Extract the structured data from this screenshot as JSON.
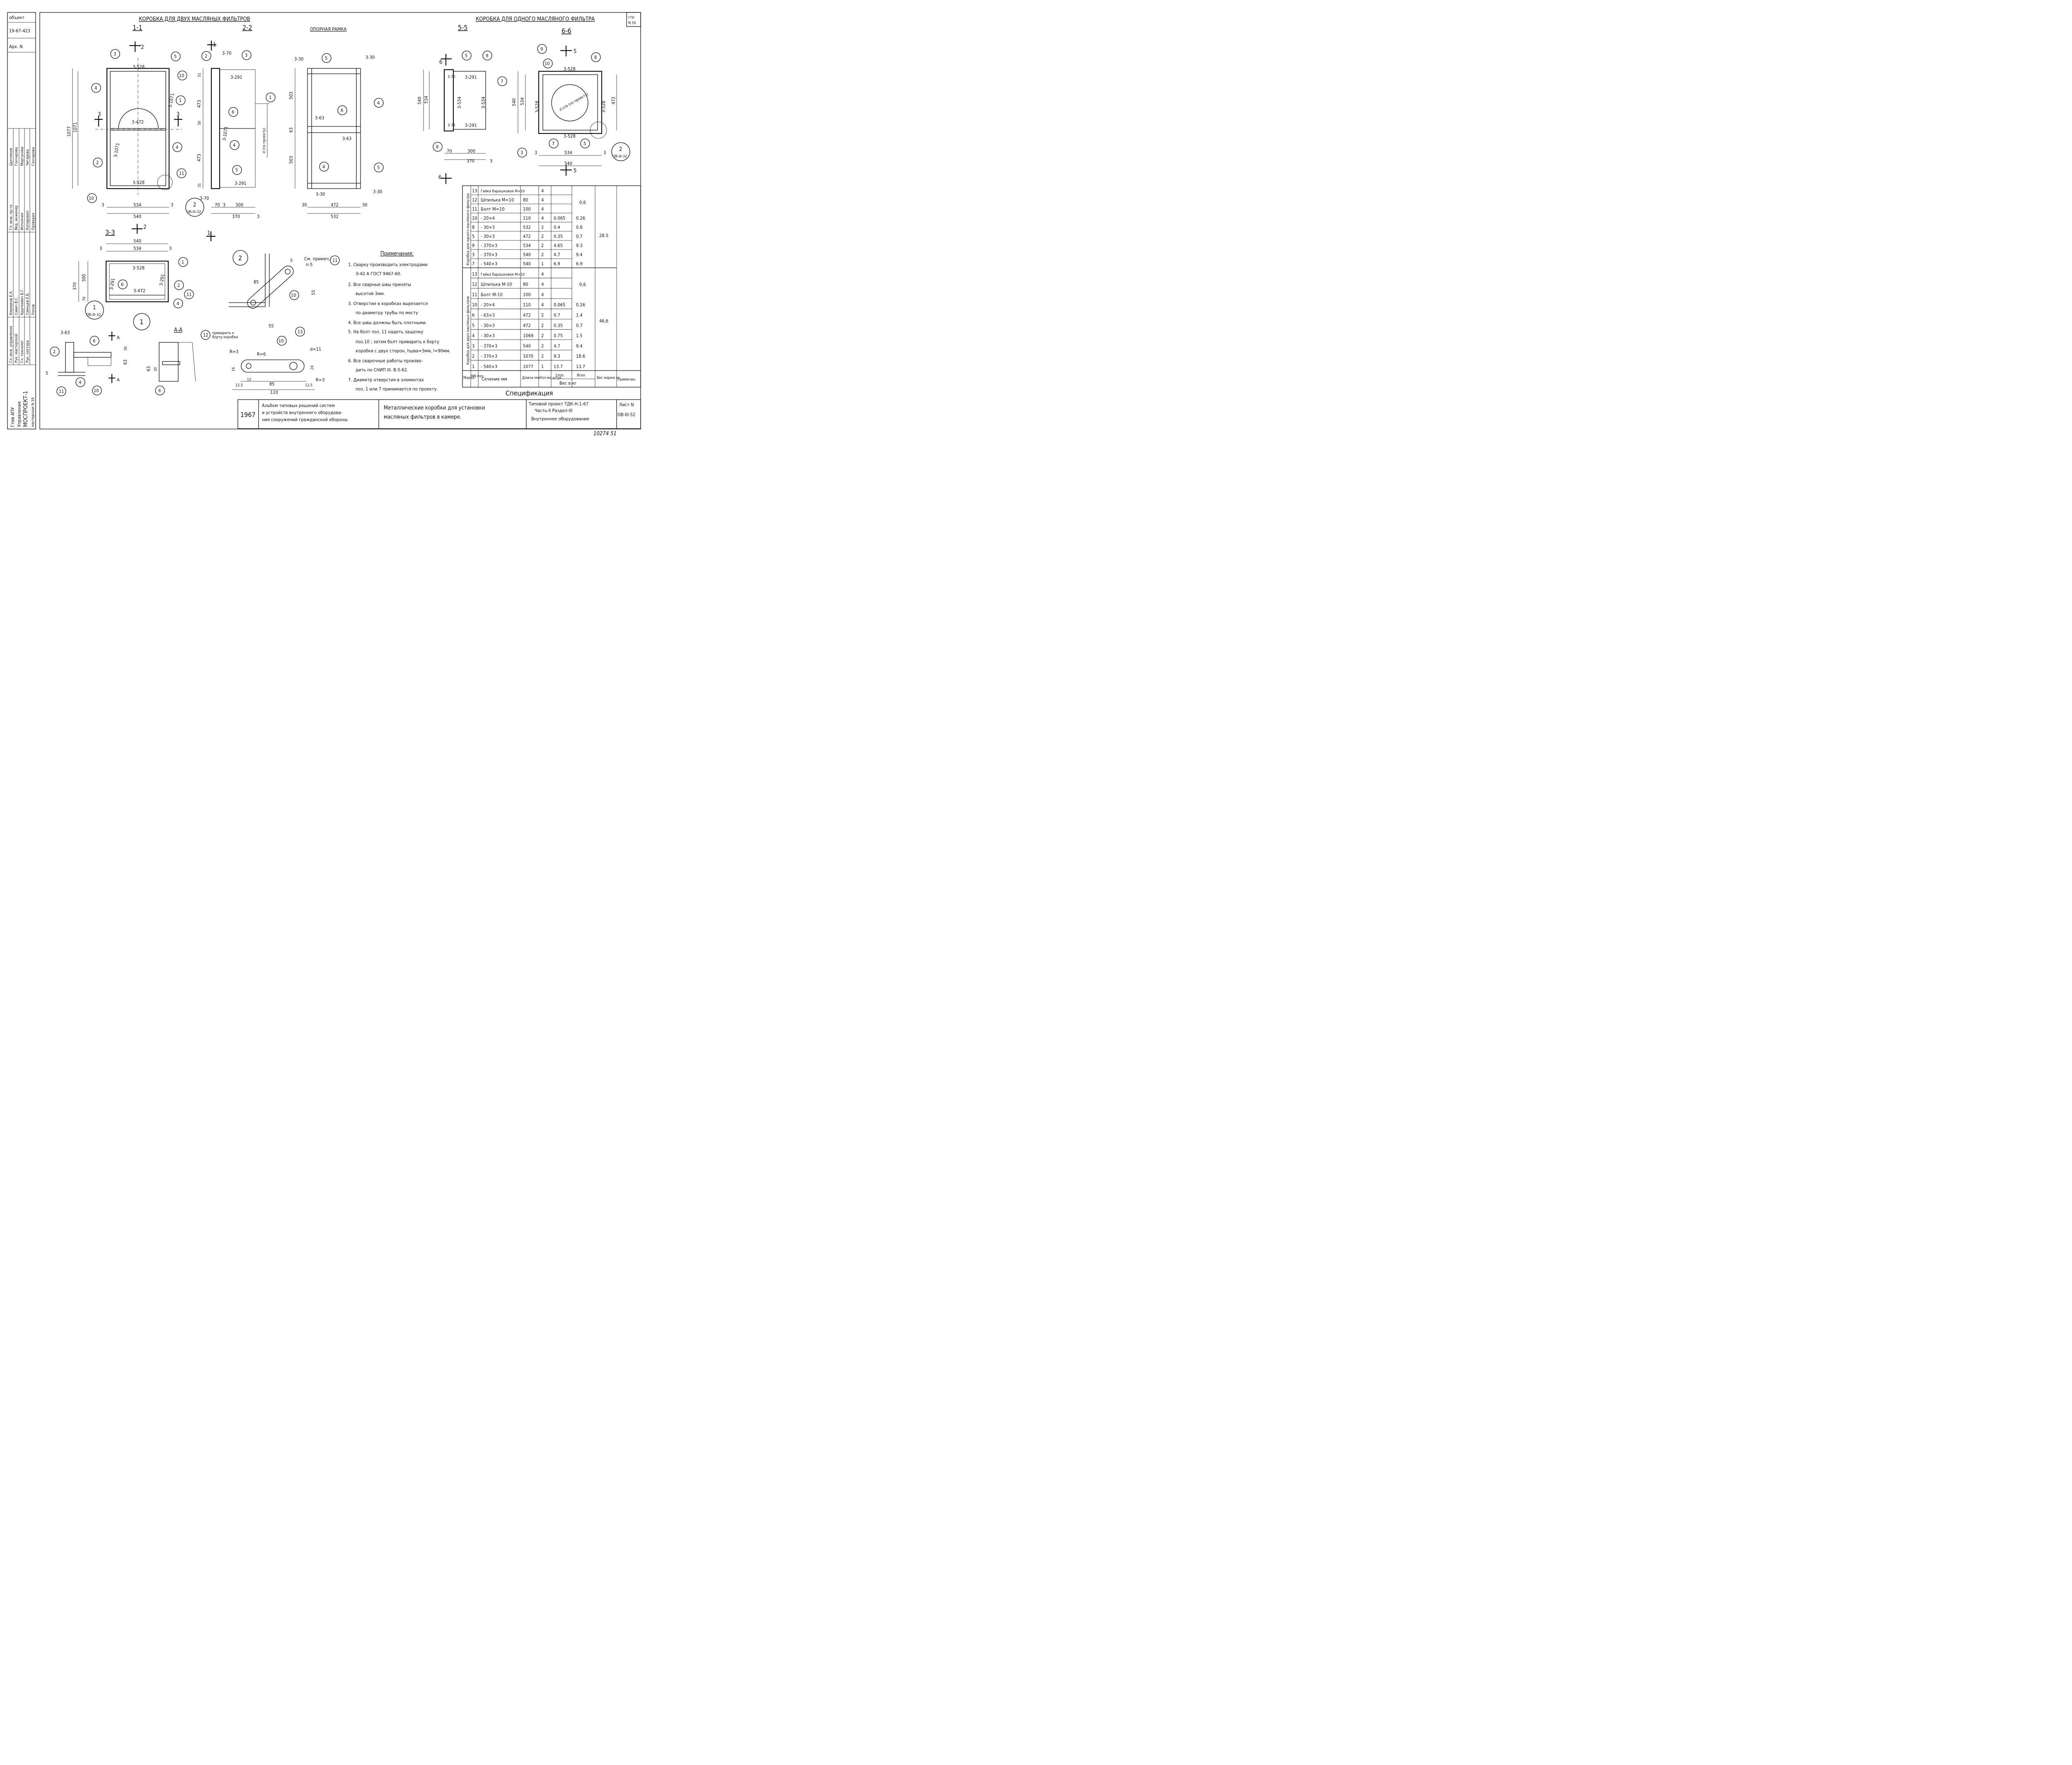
{
  "title_left": "КОРОБКА ДЛЯ ДВУХ МАСЛЯНЫХ ФИЛЬТРОВ",
  "title_right": "КОРОБКА ДЛЯ ОДНОГО МАСЛЯНОГО ФИЛЬТРА",
  "frame_title": "ОПОРНАЯ РАМКА",
  "sections": {
    "s11": "1-1",
    "s22": "2-2",
    "s55": "5-5",
    "s66": "6-6",
    "s33": "3-3",
    "sAA": "А-А"
  },
  "sheet_corner": {
    "label": "стр.",
    "num": "N 50"
  },
  "left_stamp": {
    "obj_label": "объект",
    "obj_num": "19-67-423",
    "arch": "Арх. N",
    "staff": [
      [
        "Гл. инж. пр-та",
        "Кириаков Е.А.",
        "Цыпляков"
      ],
      [
        "Вед. инженер",
        "Савич В.С.",
        "Гончарова"
      ],
      [
        "Исполнил",
        "Крупкевич Б.Г.",
        "Маргунова"
      ],
      [
        "Копировал",
        "Саенцев Е.Б.",
        "Чигарева"
      ],
      [
        "Проверил",
        "Попов",
        "Гончарова"
      ]
    ],
    "org": [
      "Гл. инж. управления",
      "Рук. мастерской",
      "Гл. технолог",
      "Рук. сектора"
    ],
    "org_block": [
      "Глав АПУ",
      "Управление",
      "МОСПРОЕКТ-1",
      "мастерская N 18"
    ]
  },
  "notes_title": "Примечания:",
  "notes": [
    "1. Сварку производить электродами",
    "Э-42 А   ГОСТ 9467-60.",
    "2. Все сварные швы приняты",
    "высотой 3мм.",
    "3. Отверстие в коробках вырезается",
    "по диаметру трубы по месту",
    "4. Все швы должны быть плотными.",
    "5. На болт поз. 11 надеть защелку",
    "поз.10 ; затем болт приварить к борту",
    "коробки с двух сторон, hшва=3мм, l=90мм.",
    "6. Все сварочные работы произво-",
    "дить по СНИП III. В-5-62.",
    "7. Диаметр отверстия в элементах",
    "поз. 1 или 7 принимается по проекту."
  ],
  "spec": {
    "title": "Спецификация",
    "headers": [
      "Марка",
      "NN поз.",
      "Сечение мм",
      "Длина мм",
      "Кол-во штук",
      "1поз.",
      "Всех",
      "Вес марки кг",
      "Примечан."
    ],
    "weight_header": "Вес в кг",
    "group1": {
      "label": "Коробка для одного масляного фильтра",
      "total": "28.5",
      "fastener_weight": "0,6",
      "rows": [
        [
          "13",
          "Гайка барашковая М=10",
          "",
          "4",
          "",
          ""
        ],
        [
          "12",
          "Шпилька М=10",
          "80",
          "4",
          "",
          ""
        ],
        [
          "11",
          "Болт М=10",
          "100",
          "4",
          "",
          ""
        ],
        [
          "10",
          "- 20×4",
          "110",
          "4",
          "0.065",
          "0.26"
        ],
        [
          "8",
          "- 30×3",
          "532",
          "2",
          "0.4",
          "0.8"
        ],
        [
          "5",
          "- 30×3",
          "472",
          "2",
          "0.35",
          "0.7"
        ],
        [
          "9",
          "- 370×3",
          "534",
          "2",
          "4.65",
          "9.3"
        ],
        [
          "3",
          "- 370×3",
          "540",
          "2",
          "4.7",
          "9.4"
        ],
        [
          "7",
          "- 540×3",
          "540",
          "1",
          "6.9",
          "6.9"
        ]
      ]
    },
    "group2": {
      "label": "Коробка для двух масляных фильтров",
      "total": "46,6",
      "fastener_weight": "0,6",
      "rows": [
        [
          "13",
          "Гайка барашковая М=10",
          "",
          "4",
          "",
          ""
        ],
        [
          "12",
          "Шпилька М-10",
          "80",
          "4",
          "",
          ""
        ],
        [
          "11",
          "Болт М-10",
          "100",
          "4",
          "",
          ""
        ],
        [
          "10",
          "- 20×4",
          "110",
          "4",
          "0.065",
          "0.26"
        ],
        [
          "6",
          "- 63×3",
          "472",
          "2",
          "0.7",
          "1.4"
        ],
        [
          "5",
          "- 30×3",
          "472",
          "2",
          "0.35",
          "0.7"
        ],
        [
          "4",
          "- 30×3",
          "1069",
          "2",
          "0.75",
          "1.5"
        ],
        [
          "3",
          "- 370×3",
          "540",
          "2",
          "4.7",
          "9.4"
        ],
        [
          "2",
          "- 370×3",
          "1070",
          "2",
          "9.3",
          "18.6"
        ],
        [
          "1",
          "- 540×3",
          "1077",
          "1",
          "13.7",
          "13.7"
        ]
      ]
    }
  },
  "title_block": {
    "year": "1967",
    "album": [
      "Альбом типовых решений систем",
      "и устройств внутреннего оборудова-",
      "ния сооружений гражданской обороны"
    ],
    "name": [
      "Металлические коробки для установки",
      "масляных фильтров в камере."
    ],
    "project": [
      "Типовой проект ТДК-Н-1-67",
      "Часть-II Раздел-III",
      "Внутреннее оборудование"
    ],
    "sheet_label": "Лист N",
    "sheet": "ОВ-III-52"
  },
  "footer_num": "10274  51",
  "detail_labels": {
    "see_note": "См. примеч.",
    "see_note2": "п-5",
    "weld": "приварить к",
    "weld2": "борту коробки"
  },
  "dims": {
    "d1077": "1077",
    "d1071": "1071",
    "d534": "534",
    "d540": "540",
    "d472": "472",
    "d532": "532",
    "d503": "503",
    "d63": "63",
    "d473": "473",
    "d300": "300",
    "d370": "370",
    "d30": "30",
    "d3": "3",
    "d70": "70",
    "d85": "85",
    "d55": "55",
    "d110": "110",
    "d20": "20",
    "d16": "16",
    "d12": "12",
    "d125": "12,5",
    "d10": "10",
    "d5": "5",
    "d31": "31",
    "d51": "51",
    "d50": "50"
  },
  "parts": {
    "p3_528": "3-528",
    "p3_1071": "3-1071",
    "p3_472": "3-472",
    "p3_291": "3-291",
    "p3_70": "3-70",
    "p3_30": "3-30",
    "p3_63": "3-63",
    "p3_534": "3-534",
    "p3_78": "3-78",
    "dia": "d отв (по проекту)",
    "d_proj": "d (по проекту)",
    "R3": "R=3",
    "R6": "R=6",
    "d11": "d=11",
    "ref": "ОВ-III-32"
  }
}
